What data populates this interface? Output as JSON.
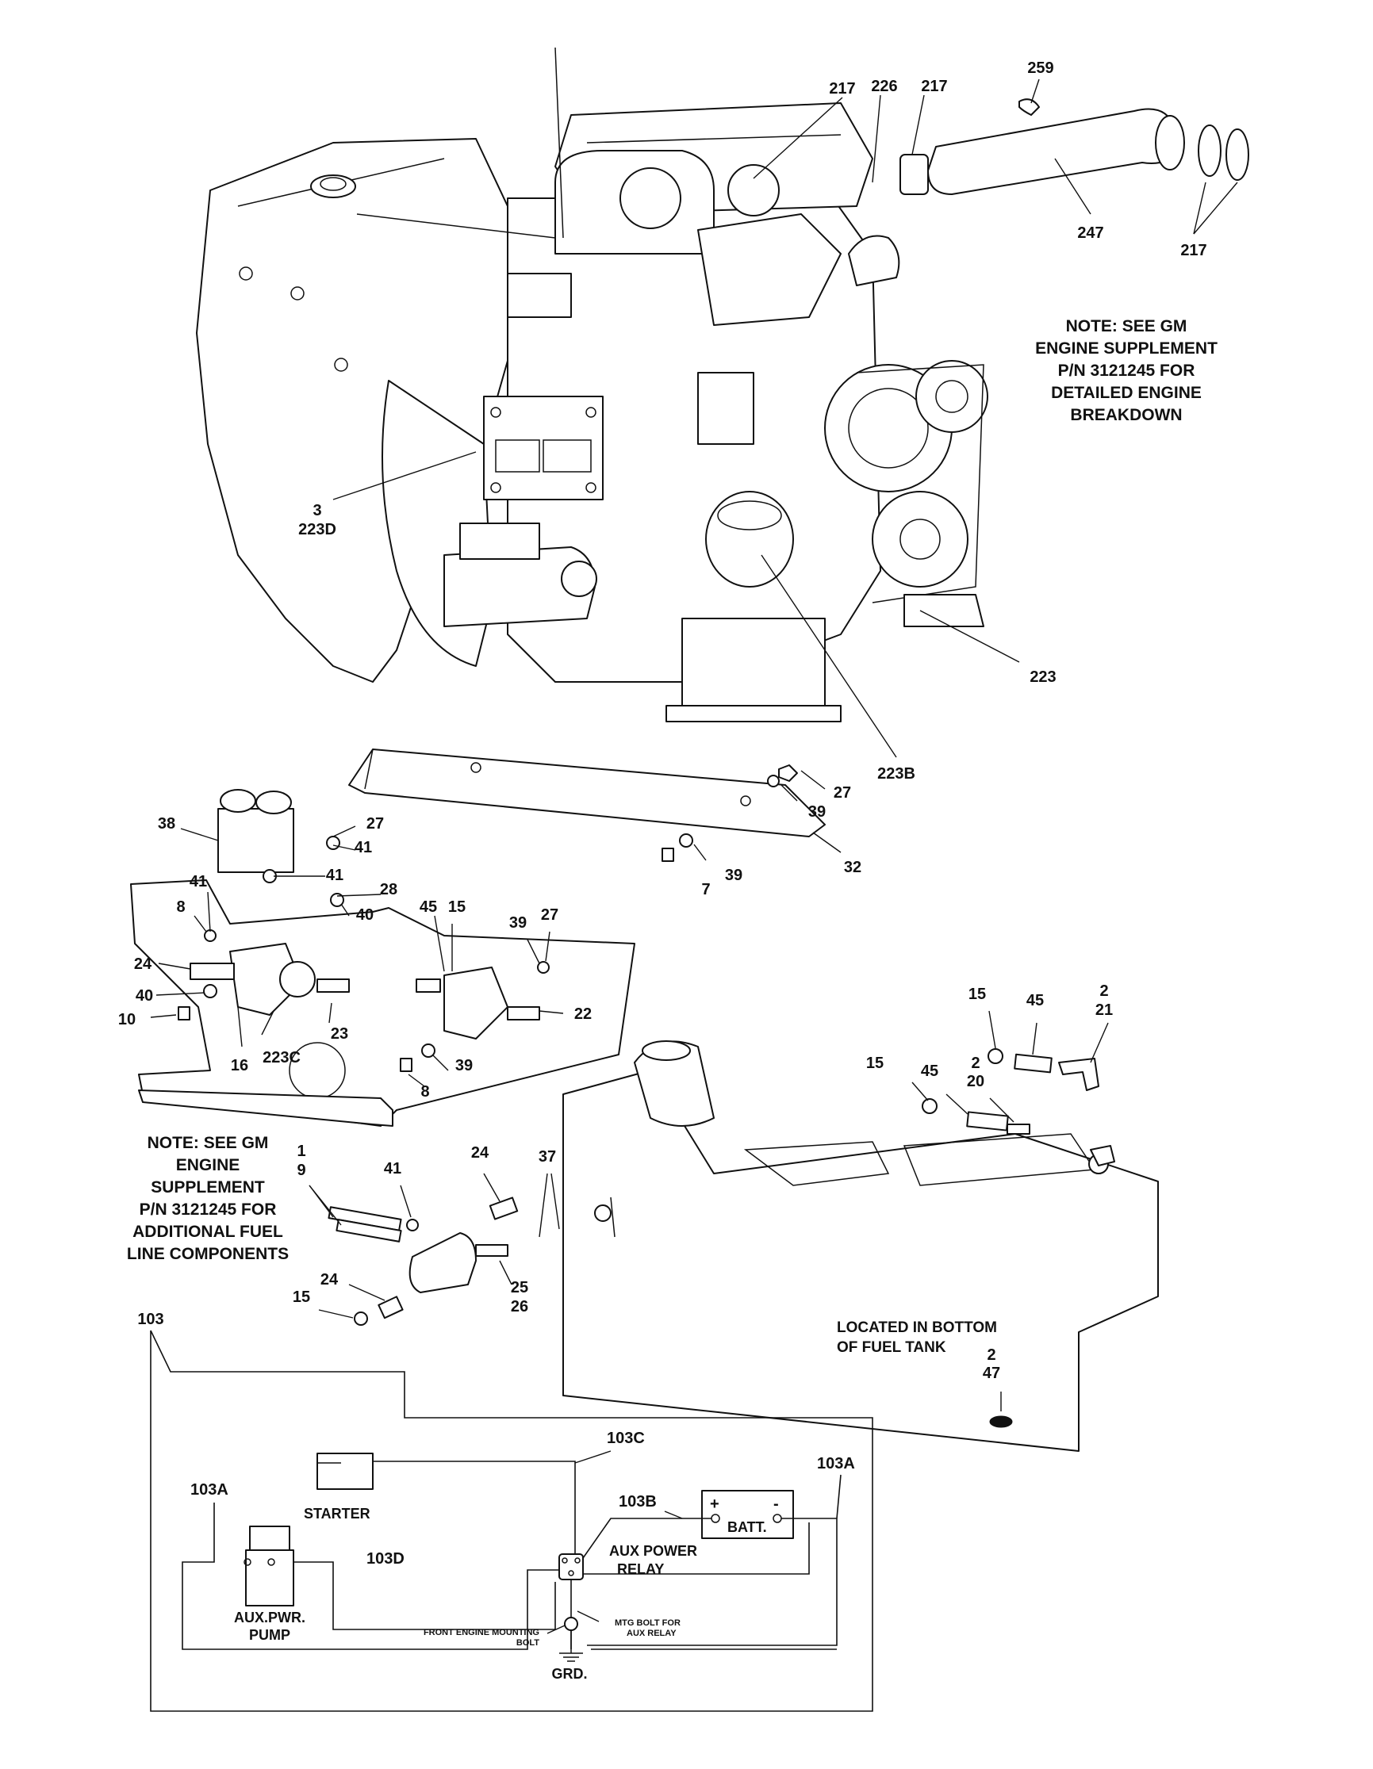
{
  "callouts": {
    "c217a": "217",
    "c226": "226",
    "c217b": "217",
    "c259": "259",
    "c247": "247",
    "c217c": "217",
    "c3": "3",
    "c223d": "223D",
    "c223": "223",
    "c223b": "223B",
    "c27a": "27",
    "c39a": "39",
    "c39b": "39",
    "c7": "7",
    "c32": "32",
    "c38": "38",
    "c27b": "27",
    "c41a": "41",
    "c41b": "41",
    "c41c": "41",
    "c8a": "8",
    "c28": "28",
    "c40a": "40",
    "c45a": "45",
    "c15a": "15",
    "c39c": "39",
    "c27c": "27",
    "c24a": "24",
    "c40b": "40",
    "c10": "10",
    "c22": "22",
    "c23": "23",
    "c16": "16",
    "c223c": "223C",
    "c39d": "39",
    "c8b": "8",
    "c15b": "15",
    "c45b": "45",
    "c2a": "2",
    "c21": "21",
    "c15c": "15",
    "c45c": "45",
    "c2b": "2",
    "c20": "20",
    "c1": "1",
    "c9": "9",
    "c41d": "41",
    "c24b": "24",
    "c37": "37",
    "c25": "25",
    "c26": "26",
    "c24c": "24",
    "c15d": "15",
    "c2c": "2",
    "c47": "47",
    "c103": "103"
  },
  "notes": {
    "engine_note": [
      "NOTE: SEE GM",
      "ENGINE SUPPLEMENT",
      "P/N 3121245 FOR",
      "DETAILED ENGINE",
      "BREAKDOWN"
    ],
    "fuel_note": [
      "NOTE: SEE GM",
      "ENGINE",
      "SUPPLEMENT",
      "P/N 3121245 FOR",
      "ADDITIONAL FUEL",
      "LINE COMPONENTS"
    ],
    "tank_note": [
      "LOCATED IN BOTTOM",
      "OF FUEL TANK"
    ]
  },
  "wiring": {
    "w103c": "103C",
    "w103a_right": "103A",
    "w103a_left": "103A",
    "w103b": "103B",
    "w103d": "103D",
    "starter": "STARTER",
    "aux_pwr_pump": [
      "AUX.PWR.",
      "PUMP"
    ],
    "aux_power_relay": [
      "AUX POWER",
      "RELAY"
    ],
    "batt": "BATT.",
    "plus": "+",
    "minus": "-",
    "mtg_bolt": [
      "MTG BOLT FOR",
      "AUX RELAY"
    ],
    "front_engine": [
      "FRONT ENGINE MOUNTING",
      "BOLT"
    ],
    "grd": "GRD."
  }
}
